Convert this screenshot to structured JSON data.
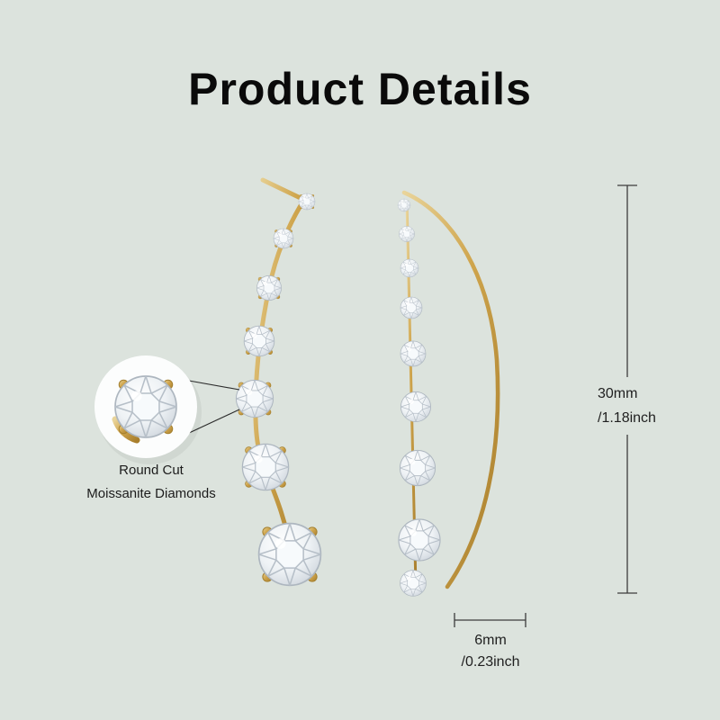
{
  "page": {
    "title": "Product Details",
    "background_color": "#dce3dd"
  },
  "callout": {
    "line1": "Round Cut",
    "line2": "Moissanite Diamonds"
  },
  "measurements": {
    "height": {
      "value": "30mm",
      "inches": "/1.18inch"
    },
    "width": {
      "value": "6mm",
      "inches": "/0.23inch"
    }
  },
  "colors": {
    "gold_light": "#e9d49a",
    "gold": "#cfa54d",
    "gold_dark": "#a87e2c",
    "stone_facet": "#b6bfc8",
    "stone_fill": "#eef2f5",
    "measure_line": "#3c3c3c",
    "text": "#1c1c1c"
  }
}
